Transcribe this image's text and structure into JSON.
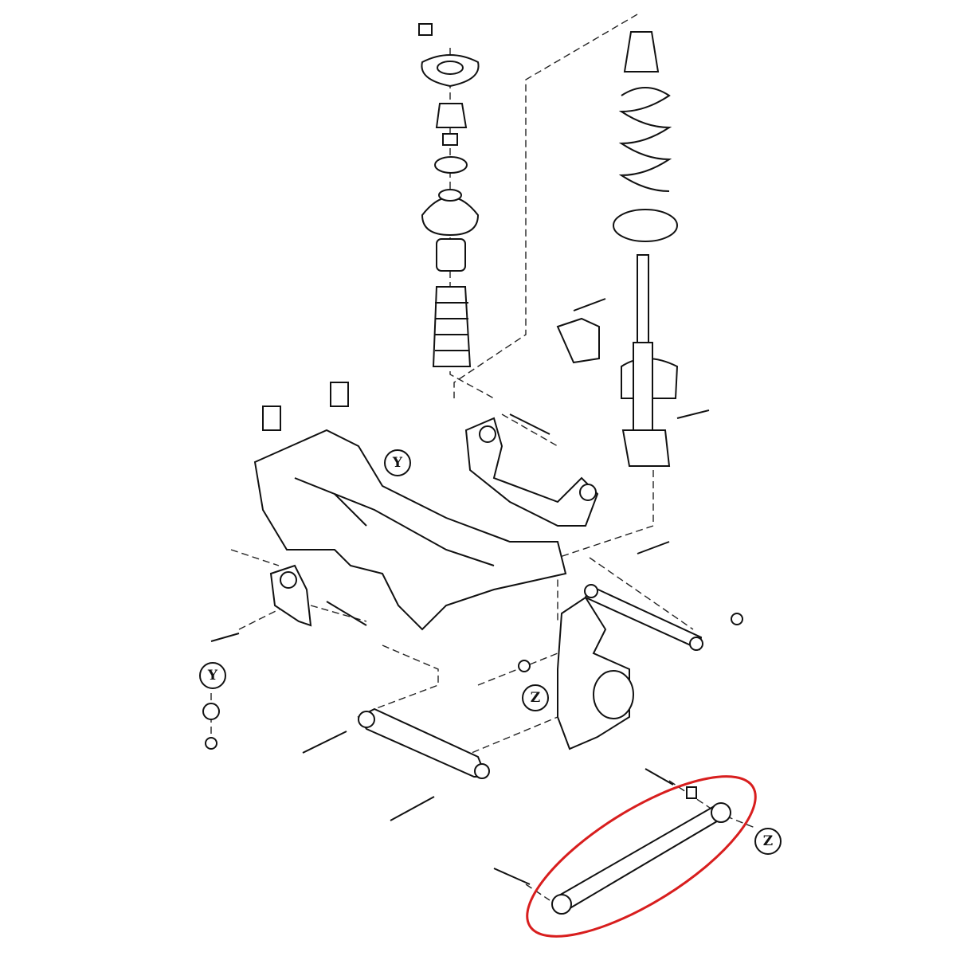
{
  "diagram": {
    "callouts": [
      {
        "id": "y-upper",
        "label": "Y"
      },
      {
        "id": "y-lower",
        "label": "Y"
      },
      {
        "id": "z-center",
        "label": "Z"
      },
      {
        "id": "z-right",
        "label": "Z"
      }
    ],
    "highlight_color": "#d81e1e",
    "line_color": "#111111"
  }
}
